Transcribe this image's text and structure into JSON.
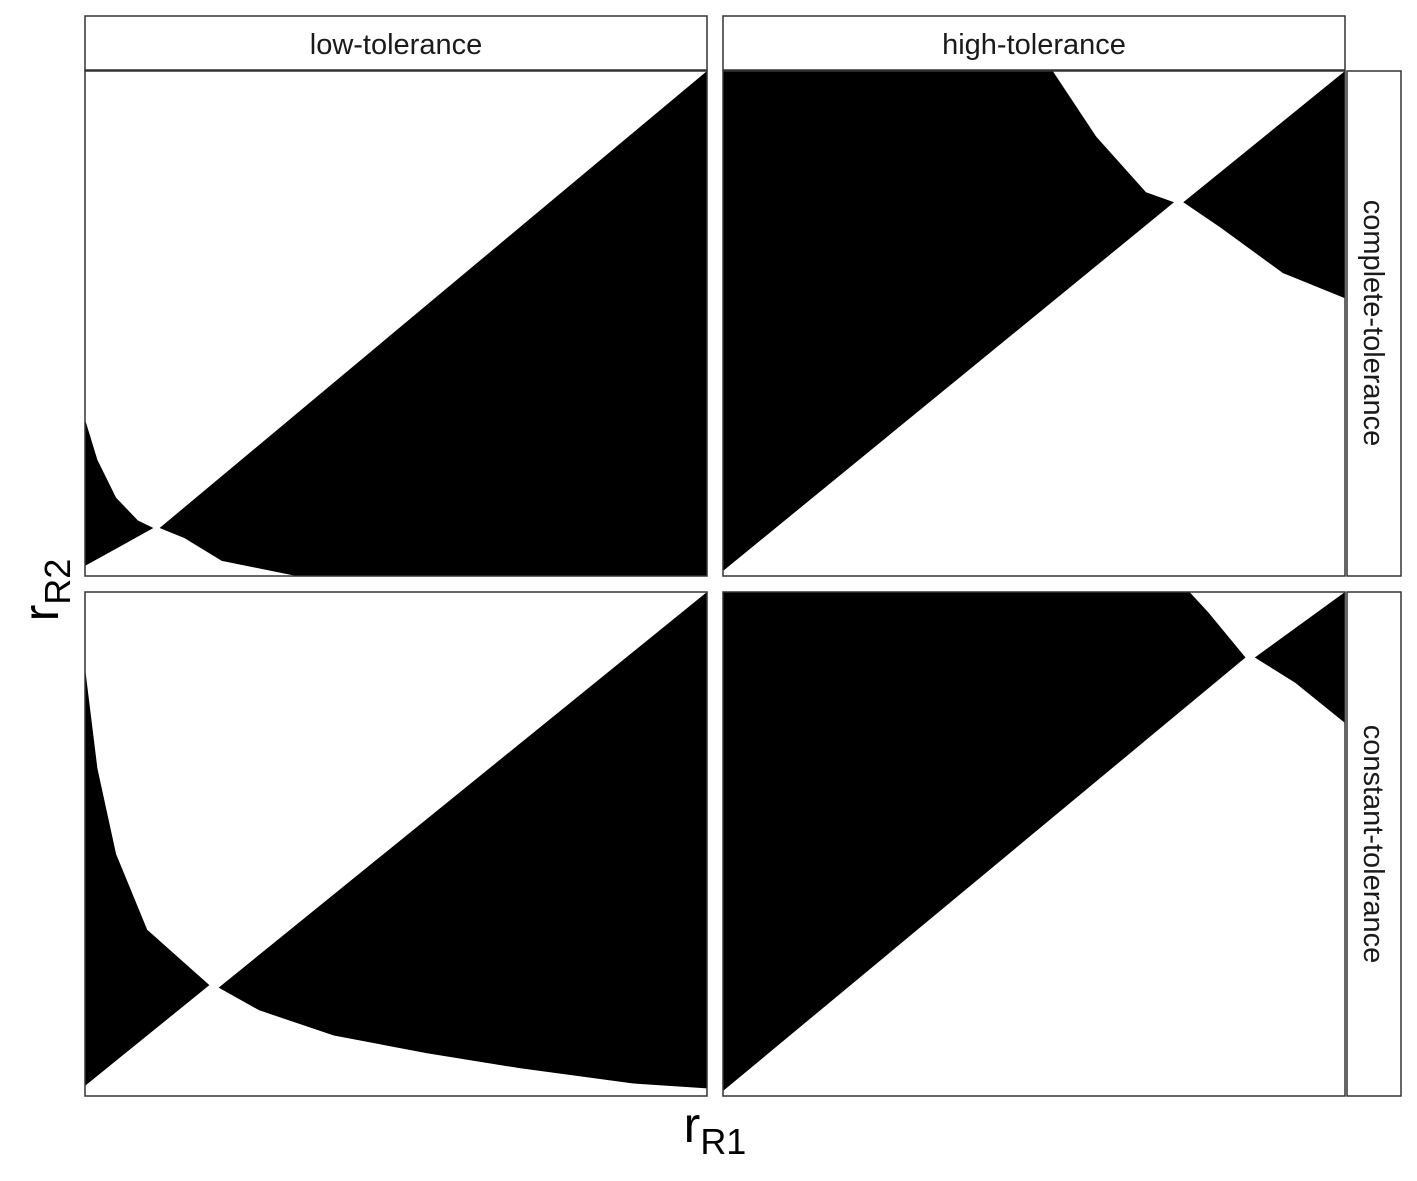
{
  "chart_data": {
    "type": "heatmap",
    "xlabel": {
      "main": "r",
      "sub": "R1"
    },
    "ylabel": {
      "main": "r",
      "sub": "R2"
    },
    "columns": [
      "low-tolerance",
      "high-tolerance"
    ],
    "rows": [
      "complete-tolerance",
      "constant-tolerance"
    ],
    "xlim": [
      0,
      1
    ],
    "ylim": [
      0,
      1
    ],
    "fill_color": "#000000",
    "background_color": "#ffffff",
    "panels": [
      {
        "column": "low-tolerance",
        "row": "complete-tolerance",
        "regions": [
          [
            [
              0,
              0.02
            ],
            [
              0,
              0.31
            ],
            [
              0.02,
              0.23
            ],
            [
              0.05,
              0.155
            ],
            [
              0.085,
              0.11
            ],
            [
              0.11,
              0.095
            ]
          ],
          [
            [
              0.12,
              0.095
            ],
            [
              0.16,
              0.075
            ],
            [
              0.22,
              0.03
            ],
            [
              0.34,
              0
            ],
            [
              1,
              0
            ],
            [
              1,
              1
            ]
          ]
        ]
      },
      {
        "column": "high-tolerance",
        "row": "complete-tolerance",
        "regions": [
          [
            [
              0,
              0.01
            ],
            [
              0,
              1
            ],
            [
              0.53,
              1
            ],
            [
              0.6,
              0.87
            ],
            [
              0.68,
              0.76
            ],
            [
              0.725,
              0.74
            ]
          ],
          [
            [
              0.74,
              0.74
            ],
            [
              0.8,
              0.69
            ],
            [
              0.9,
              0.6
            ],
            [
              1,
              0.55
            ],
            [
              1,
              1
            ]
          ]
        ]
      },
      {
        "column": "low-tolerance",
        "row": "constant-tolerance",
        "regions": [
          [
            [
              0,
              0.02
            ],
            [
              0,
              0.85
            ],
            [
              0.02,
              0.65
            ],
            [
              0.05,
              0.48
            ],
            [
              0.1,
              0.33
            ],
            [
              0.2,
              0.22
            ]
          ],
          [
            [
              0.215,
              0.215
            ],
            [
              0.28,
              0.17
            ],
            [
              0.4,
              0.12
            ],
            [
              0.55,
              0.085
            ],
            [
              0.7,
              0.055
            ],
            [
              0.88,
              0.025
            ],
            [
              1,
              0.015
            ],
            [
              1,
              1
            ]
          ]
        ]
      },
      {
        "column": "high-tolerance",
        "row": "constant-tolerance",
        "regions": [
          [
            [
              0,
              0.01
            ],
            [
              0,
              1
            ],
            [
              0.75,
              1
            ],
            [
              0.78,
              0.96
            ],
            [
              0.84,
              0.87
            ]
          ],
          [
            [
              0.855,
              0.87
            ],
            [
              0.92,
              0.82
            ],
            [
              0.96,
              0.78
            ],
            [
              1,
              0.74
            ],
            [
              1,
              1
            ]
          ]
        ]
      }
    ]
  }
}
